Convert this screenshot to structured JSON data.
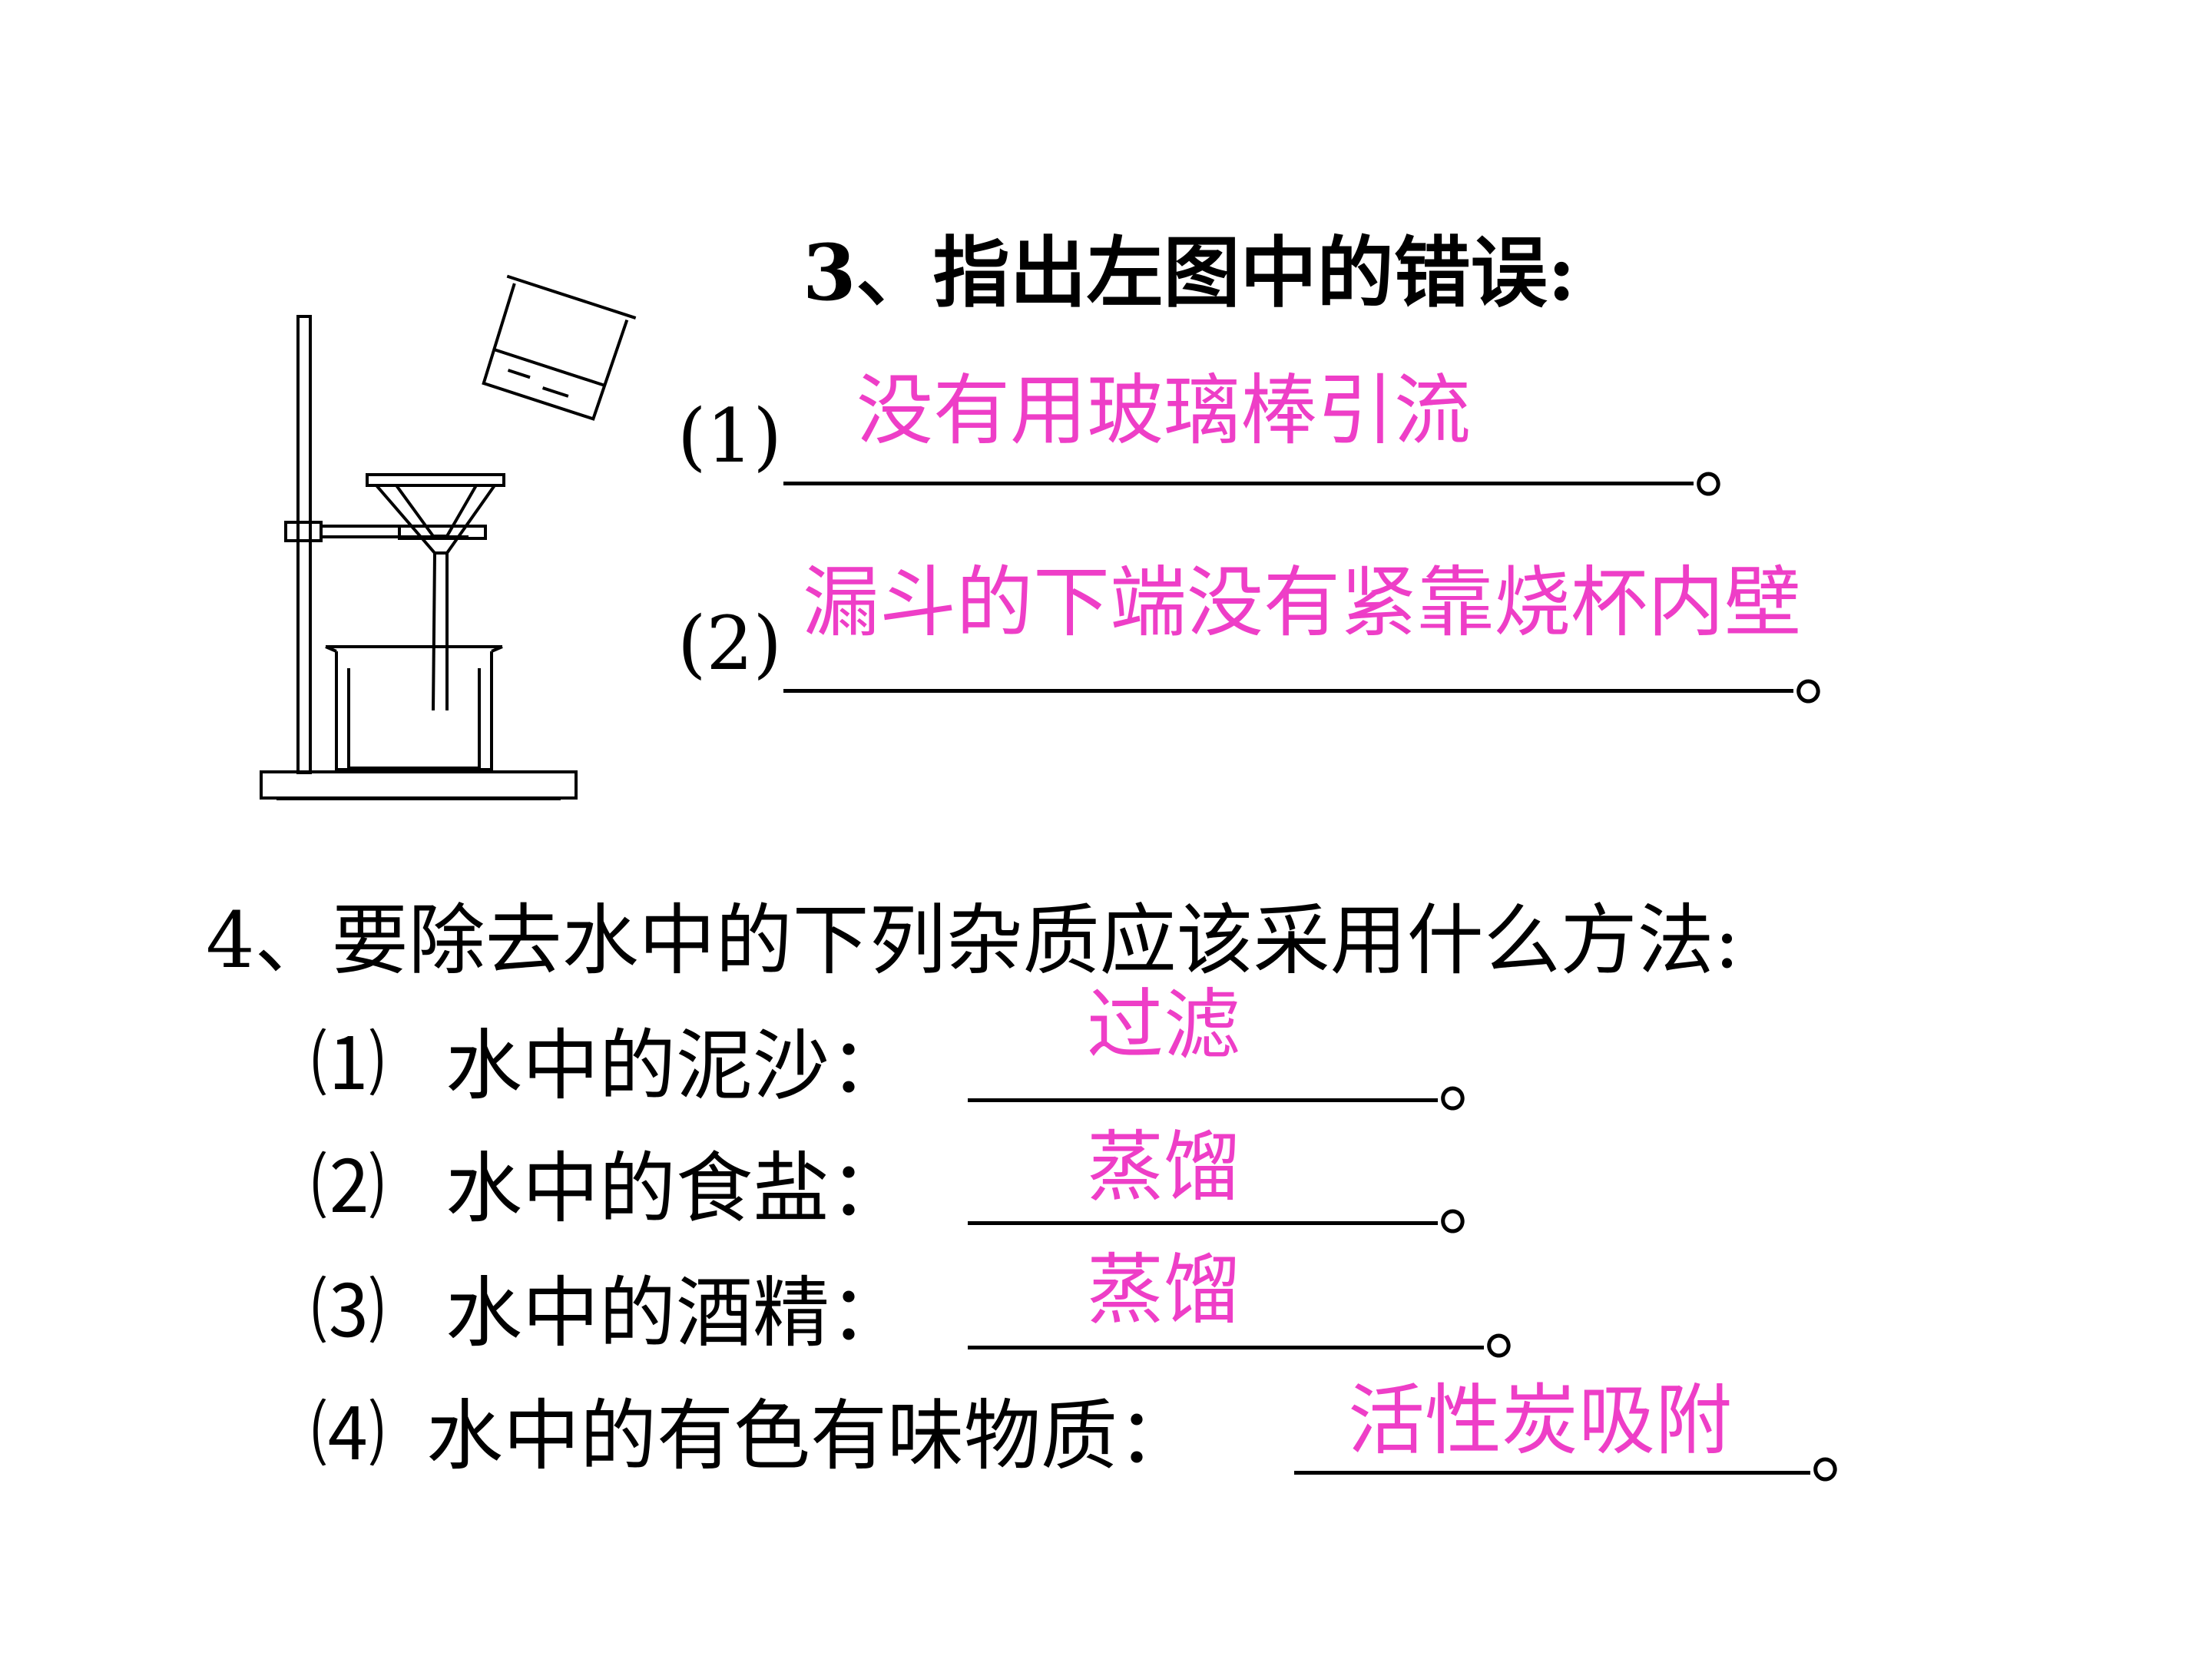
{
  "colors": {
    "answer": "#ee3ec7",
    "text": "#000000"
  },
  "q3": {
    "title": "3、指出左图中的错误:",
    "items": [
      {
        "num": "(1)",
        "answer": "没有用玻璃棒引流",
        "end": "。"
      },
      {
        "num": "(2)",
        "answer": "漏斗的下端没有紧靠烧杯内壁",
        "end": "。"
      }
    ]
  },
  "q4": {
    "title": "4、要除去水中的下列杂质应该采用什么方法:",
    "items": [
      {
        "num": "⑴",
        "label": "水中的泥沙：",
        "answer": "过滤",
        "end": "。"
      },
      {
        "num": "⑵",
        "label": "水中的食盐：",
        "answer": "蒸馏",
        "end": "。"
      },
      {
        "num": "⑶",
        "label": "水中的酒精：",
        "answer": "蒸馏",
        "end": "。"
      },
      {
        "num": "⑷",
        "label": "水中的有色有味物质：",
        "answer": "活性炭吸附",
        "end": "。"
      }
    ]
  },
  "figure": {
    "icon": "filtration-apparatus-icon"
  }
}
